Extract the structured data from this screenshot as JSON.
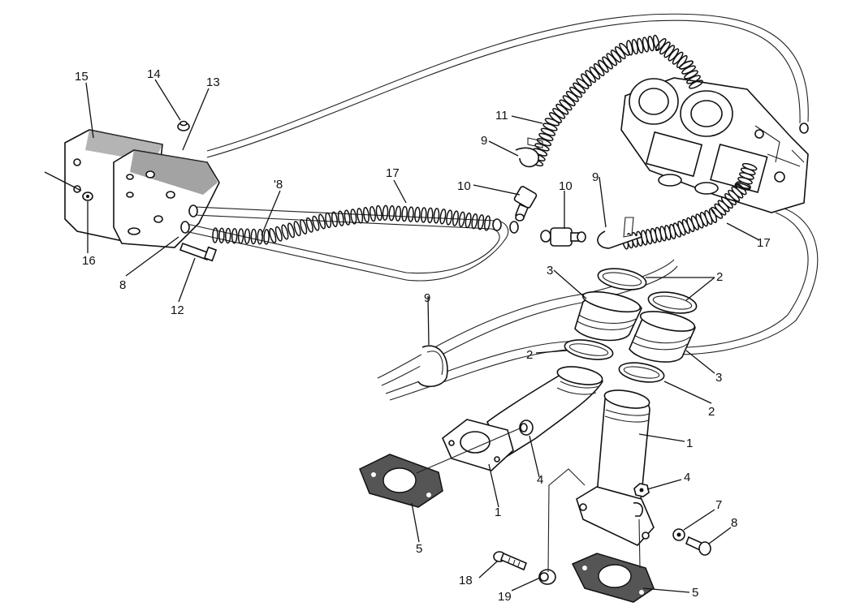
{
  "labels": {
    "l15": "15",
    "l14": "14",
    "l13": "13",
    "l16": "16",
    "l8a": "8",
    "l12": "12",
    "l8b": "'8",
    "l17a": "17",
    "l11": "11",
    "l9a": "9",
    "l10a": "10",
    "l10b": "10",
    "l9b": "9",
    "l17b": "17",
    "l3a": "3",
    "l2a": "2",
    "l9c": "9",
    "l2b": "2",
    "l3b": "3",
    "l2c": "2",
    "l1a": "1",
    "l4a": "4",
    "l5a": "5",
    "l1b": "1",
    "l4b": "4",
    "l7": "7",
    "l8c": "8",
    "l18": "18",
    "l19": "19",
    "l5b": "5"
  },
  "colors": {
    "ink": "#111111",
    "paper": "#ffffff"
  }
}
